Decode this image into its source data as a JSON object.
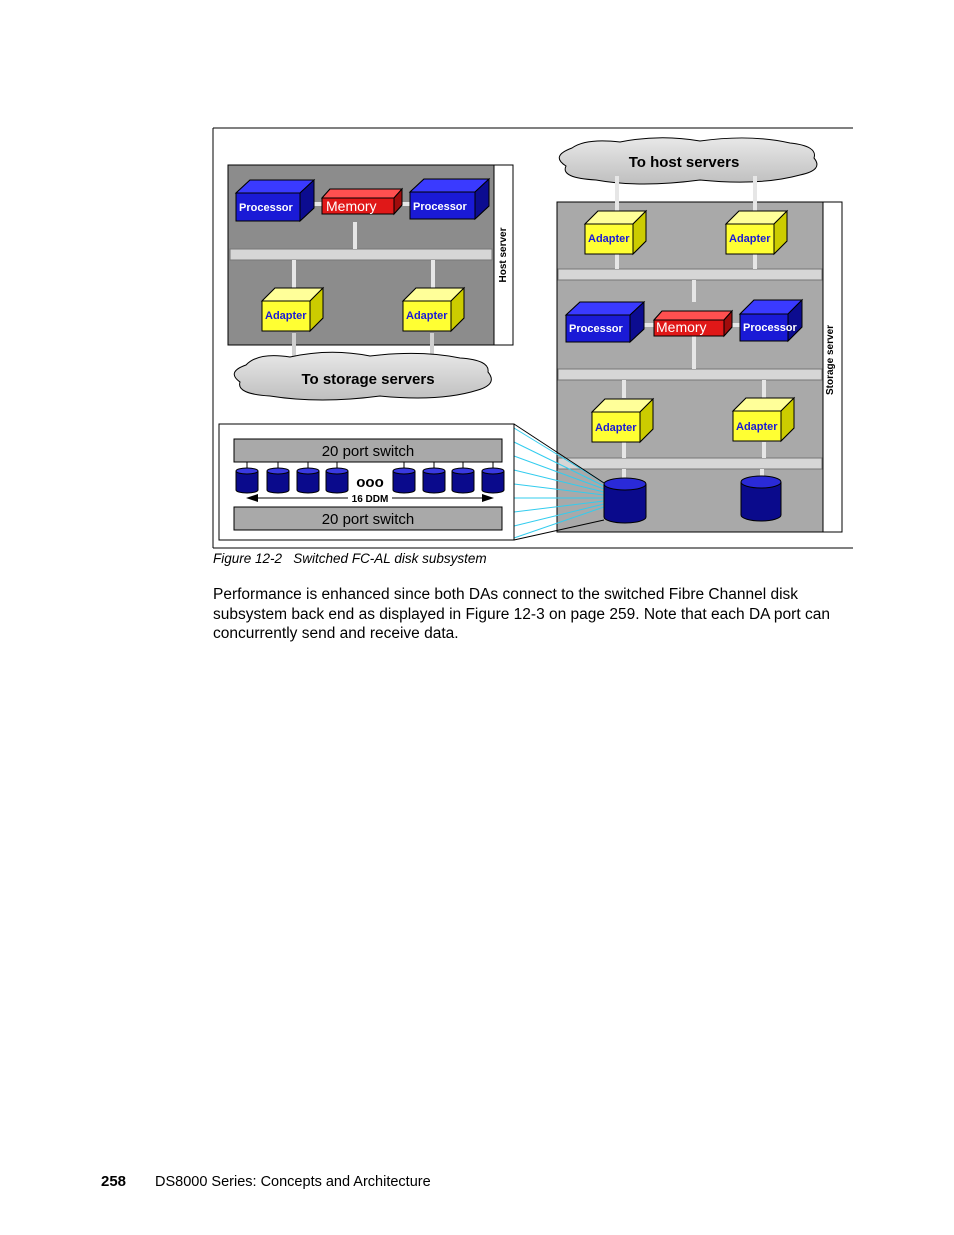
{
  "figure": {
    "host_server": {
      "label": "Host server",
      "processor_left": "Processor",
      "processor_right": "Processor",
      "memory": "Memory",
      "adapter_left": "Adapter",
      "adapter_right": "Adapter"
    },
    "to_storage_servers": "To storage servers",
    "to_host_servers": "To host servers",
    "storage_server": {
      "label": "Storage server",
      "adapter_top_left": "Adapter",
      "adapter_top_right": "Adapter",
      "processor_left": "Processor",
      "processor_right": "Processor",
      "memory": "Memory",
      "adapter_bottom_left": "Adapter",
      "adapter_bottom_right": "Adapter"
    },
    "switch_top": "20 port switch",
    "switch_bottom": "20 port switch",
    "ellipsis": "ooo",
    "ddm_label": "16 DDM"
  },
  "caption": "Figure 12-2   Switched FC-AL disk subsystem",
  "paragraph": "Performance is enhanced since both DAs connect to the switched Fibre Channel disk subsystem back end as displayed in Figure 12-3 on page 259. Note that each DA port can concurrently send and receive data.",
  "footer": {
    "page_number": "258",
    "title": "DS8000 Series: Concepts and Architecture"
  },
  "colors": {
    "processor": "#1a1ad6",
    "memory": "#e01818",
    "adapter": "#ffff33",
    "disk": "#0a0a8c",
    "panel_gray": "#a9a9a9",
    "cloud_gray": "#d0d0d0",
    "fc_lines": "#33ccee"
  }
}
